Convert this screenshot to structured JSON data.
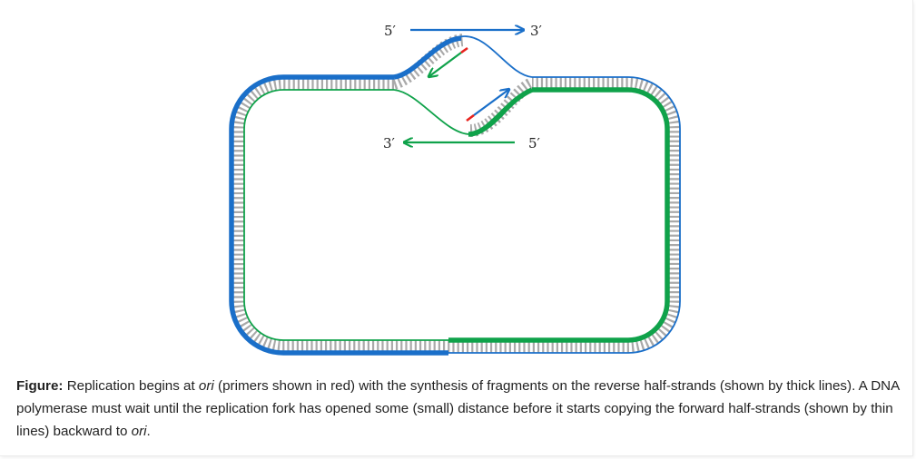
{
  "colors": {
    "blue": "#1a6fc9",
    "green": "#0fa24a",
    "red": "#e8231e",
    "rung": "#a9a9a9"
  },
  "labels": {
    "top_left": "5′",
    "top_right": "3′",
    "mid_left": "3′",
    "mid_right": "5′"
  },
  "caption": {
    "lead": "Figure:",
    "p1": " Replication begins at ",
    "ori1": "ori",
    "p2": " (primers shown in red) with the synthesis of fragments on the reverse half-strands (shown by thick lines). A DNA polymerase must wait until the replication fork has opened some (small) distance before it starts copying the forward half-strands (shown by thin lines) backward to ",
    "ori2": "ori",
    "p3": "."
  }
}
